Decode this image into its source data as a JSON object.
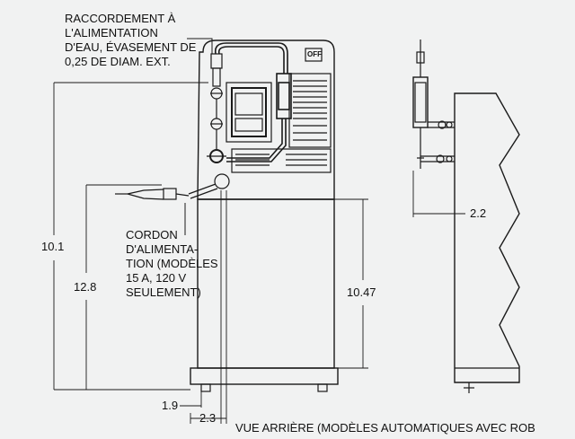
{
  "labels": {
    "water_connection": [
      "RACCORDEMENT À",
      "L'ALIMENTATION",
      "D'EAU, ÉVASEMENT DE",
      "0,25 DE DIAM. EXT."
    ],
    "power_cord": [
      "CORDON",
      "D'ALIMENTA-",
      "TION (MODÈLES",
      "15 A, 120 V",
      "SEULEMENT)"
    ],
    "caption": "VUE ARRIÈRE (MODÈLES AUTOMATIQUES AVEC ROB",
    "switch": "OFF"
  },
  "dimensions": {
    "overall_height": "10.1",
    "cord_height": "12.8",
    "cabinet_height": "10.47",
    "side_offset": "2.2",
    "foot_offset": "1.9",
    "foot_spacing": "2.3"
  },
  "colors": {
    "background": "#f1f2f2",
    "line": "#1a1a1a"
  }
}
